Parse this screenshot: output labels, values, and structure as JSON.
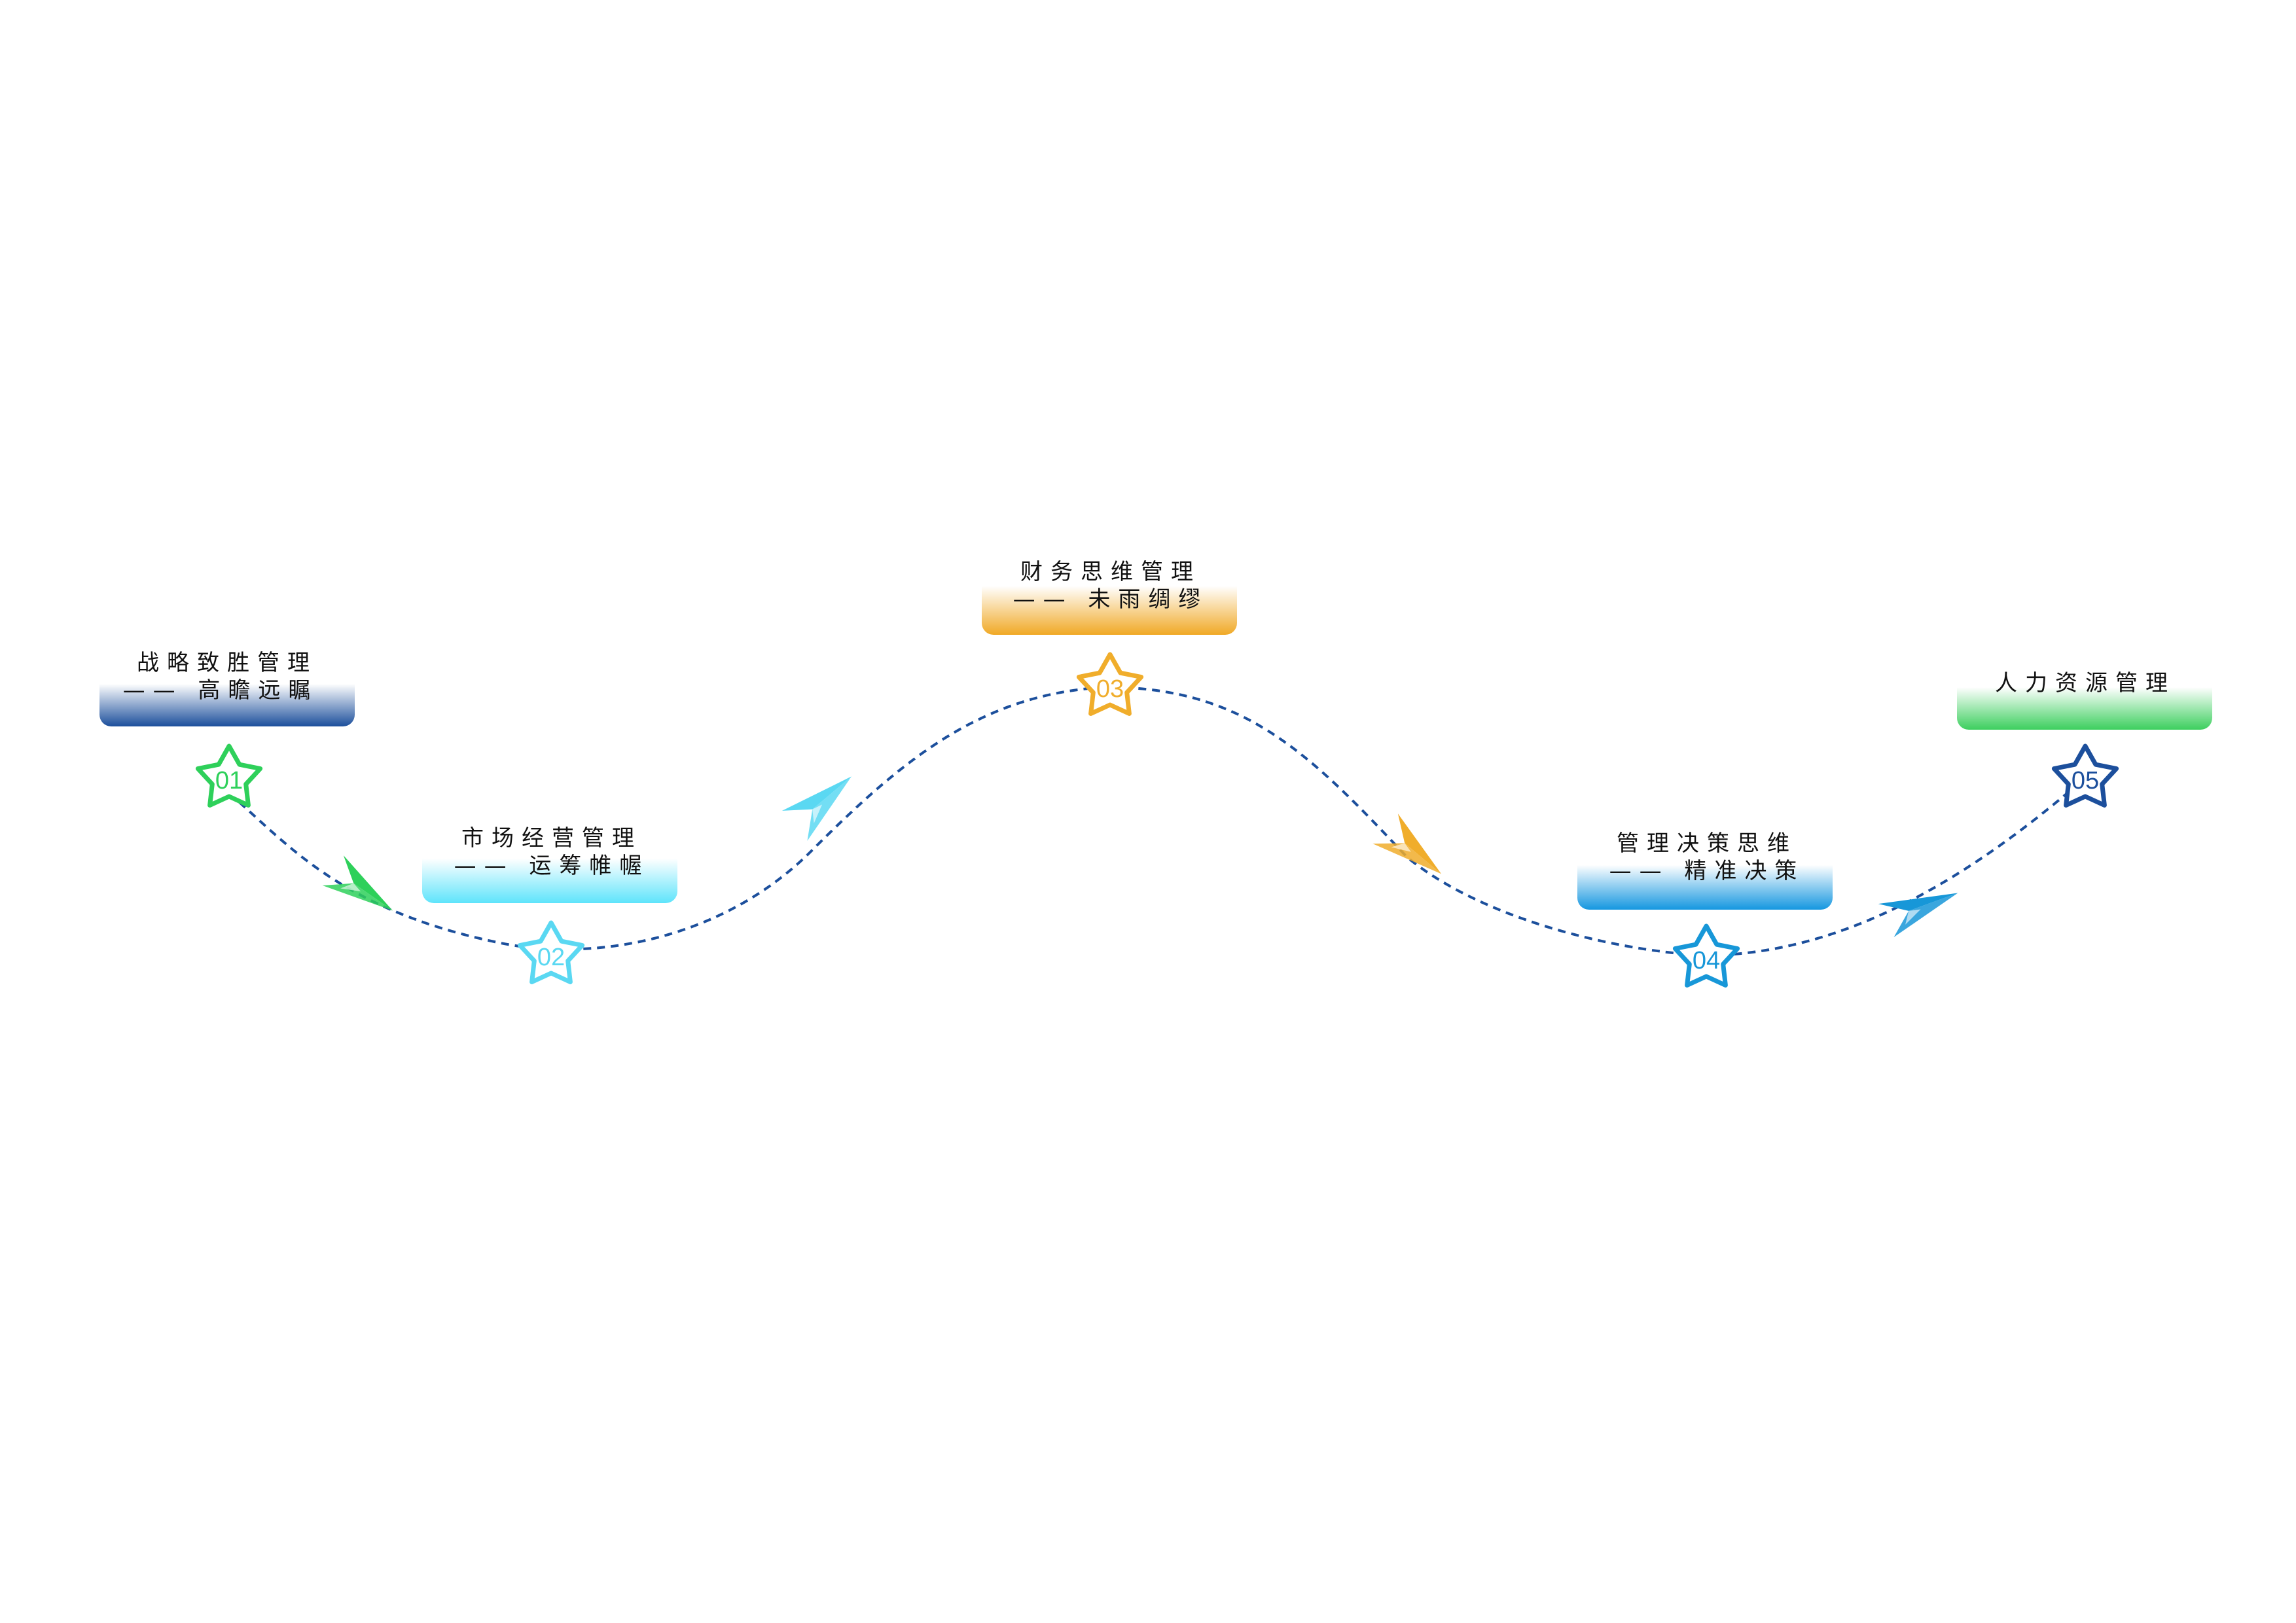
{
  "steps": [
    {
      "number": "01",
      "title": "战略致胜管理",
      "subtitle": "—— 高瞻远瞩",
      "color": "#2ed05a",
      "box_top": "#ffffff",
      "box_bottom": "#1c4f9c",
      "plane_color": "#2ed05a"
    },
    {
      "number": "02",
      "title": "市场经营管理",
      "subtitle": "—— 运筹帷幄",
      "color": "#5ad8f2",
      "box_top": "#ffffff",
      "box_bottom": "#5ee4fb",
      "plane_color": "#5ad8f2"
    },
    {
      "number": "03",
      "title": "财务思维管理",
      "subtitle": "—— 未雨绸缪",
      "color": "#f0ad2b",
      "box_top": "#ffffff",
      "box_bottom": "#f0a926",
      "plane_color": "#f0ad2b"
    },
    {
      "number": "04",
      "title": "管理决策思维",
      "subtitle": "—— 精准决策",
      "color": "#1797d8",
      "box_top": "#ffffff",
      "box_bottom": "#1597e0",
      "plane_color": "#1797d8"
    },
    {
      "number": "05",
      "title": "人力资源管理",
      "subtitle": "",
      "color": "#1c4f9c",
      "box_top": "#ffffff",
      "box_bottom": "#3ccf5e",
      "plane_color": "#1797d8"
    }
  ],
  "path_color": "#1c4f9c"
}
